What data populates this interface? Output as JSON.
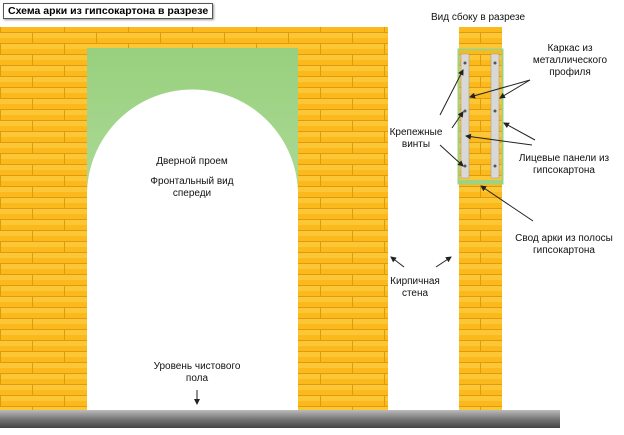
{
  "title": "Схема арки из гипсокартона в разрезе",
  "labels": {
    "side_view": "Вид сбоку в разрезе",
    "frame_line1": "Каркас из",
    "frame_line2": "металлического",
    "frame_line3": "профиля",
    "screws_line1": "Крепежные",
    "screws_line2": "винты",
    "panels_line1": "Лицевые панели из",
    "panels_line2": "гипсокартона",
    "vault_line1": "Свод арки из полосы",
    "vault_line2": "гипсокартона",
    "brick_line1": "Кирпичная",
    "brick_line2": "стена",
    "doorway": "Дверной проем",
    "front_line1": "Фронтальный вид",
    "front_line2": "спереди",
    "floor_line1": "Уровень чистового",
    "floor_line2": "пола"
  },
  "colors": {
    "brick": "#fbb91c",
    "mortar": "#e09a10",
    "drywall_green": "#9ed283",
    "profile": "#d8d8d8",
    "floor": "#666666"
  }
}
